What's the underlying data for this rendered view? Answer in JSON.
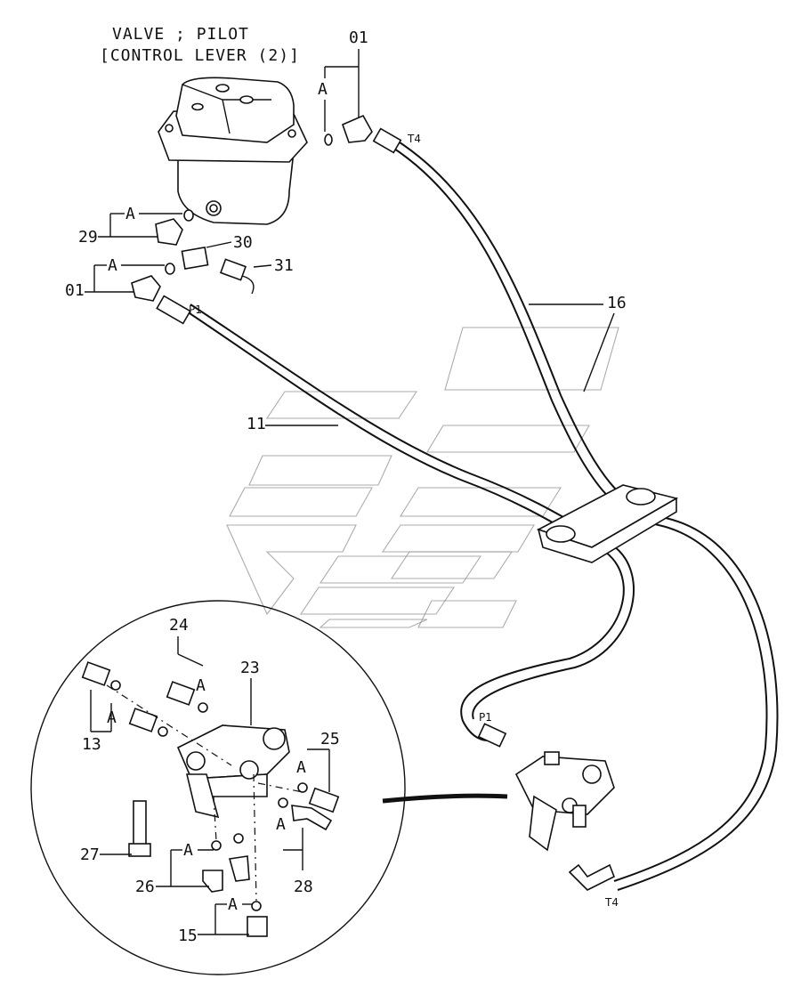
{
  "title": {
    "line1": "VALVE ; PILOT",
    "line2": "[CONTROL LEVER (2)]"
  },
  "labels": {
    "p01_top": "01",
    "p01_left": "01",
    "p11": "11",
    "p13": "13",
    "p15": "15",
    "p16": "16",
    "p23": "23",
    "p24": "24",
    "p25": "25",
    "p26": "26",
    "p27": "27",
    "p28": "28",
    "p29": "29",
    "p30": "30",
    "p31": "31",
    "a": "A",
    "t4": "T4",
    "p1": "P1"
  },
  "colors": {
    "ink": "#111111",
    "watermark": "#888888"
  }
}
